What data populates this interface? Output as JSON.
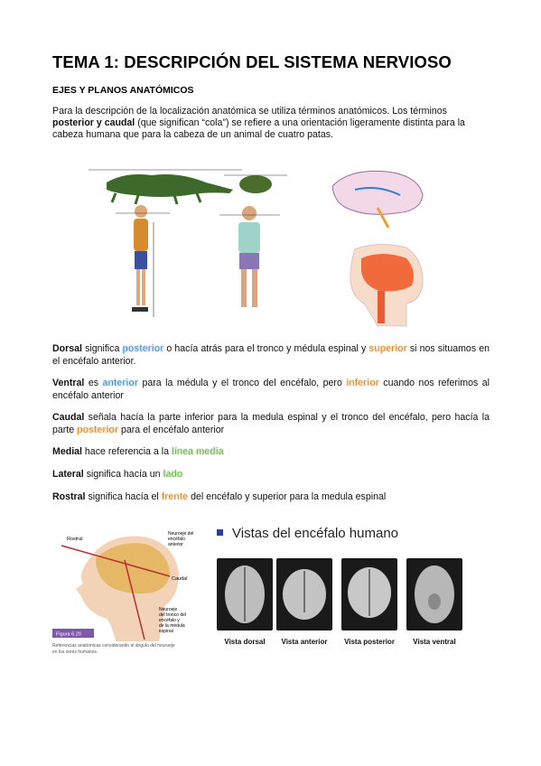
{
  "title": "TEMA 1: DESCRIPCIÓN DEL SISTEMA NERVIOSO",
  "subtitle": "EJES Y PLANOS ANATÓMICOS",
  "intro": {
    "p1": "Para la descripción de la localización anatómica se utiliza términos anatómicos. Los términos",
    "bold": "posterior y caudal",
    "p2": " (que significan “cola”) se refiere a una orientación ligeramente distinta para la cabeza humana que para la cabeza de un animal de cuatro patas."
  },
  "terms": {
    "dorsal": {
      "term": "Dorsal",
      "t1": " significa ",
      "h1": "posterior",
      "t2": " o hacía atrás para el tronco y médula espinal y ",
      "h2": "superior",
      "t3": " si nos situamos en el encéfalo anterior."
    },
    "ventral": {
      "term": "Ventral",
      "t1": " es ",
      "h1": "anterior",
      "t2": " para la médula y el tronco del encéfalo, pero ",
      "h2": "inferior",
      "t3": " cuando nos referimos al encéfalo anterior"
    },
    "caudal": {
      "term": "Caudal",
      "t1": " señala hacía la parte inferior para la medula espinal y el tronco del encéfalo, pero hacía la parte ",
      "h1": "posterior",
      "t2": " para el encéfalo anterior"
    },
    "medial": {
      "term": "Medial",
      "t1": " hace referencia a la ",
      "h1": "línea media"
    },
    "lateral": {
      "term": "Lateral",
      "t1": " significa hacía un ",
      "h1": "lado"
    },
    "rostral": {
      "term": "Rostral",
      "t1": " significa hacía el ",
      "h1": "frente",
      "t2": " del encéfalo y superior para la medula espinal"
    }
  },
  "figure_left": {
    "labels": {
      "rostral": "Rostral",
      "neuroeje_anterior": "Neuroeje del encéfalo anterior",
      "caudal": "Caudal",
      "neuroeje_tronco": "Neuroeje del tronco del encéfalo y de la médula espinal",
      "figura": "Figura 6.20",
      "caption": "Referencias anatómicas considerando el ángulo del neuroeje en los seres humanos."
    }
  },
  "figure_right": {
    "title": "Vistas del encéfalo humano",
    "captions": [
      "Vista dorsal",
      "Vista anterior",
      "Vista posterior",
      "Vista ventral"
    ]
  },
  "colors": {
    "blue": "#3d8fd8",
    "orange": "#e28a1a",
    "green": "#6ab545",
    "bullet": "#2a3f9e"
  }
}
